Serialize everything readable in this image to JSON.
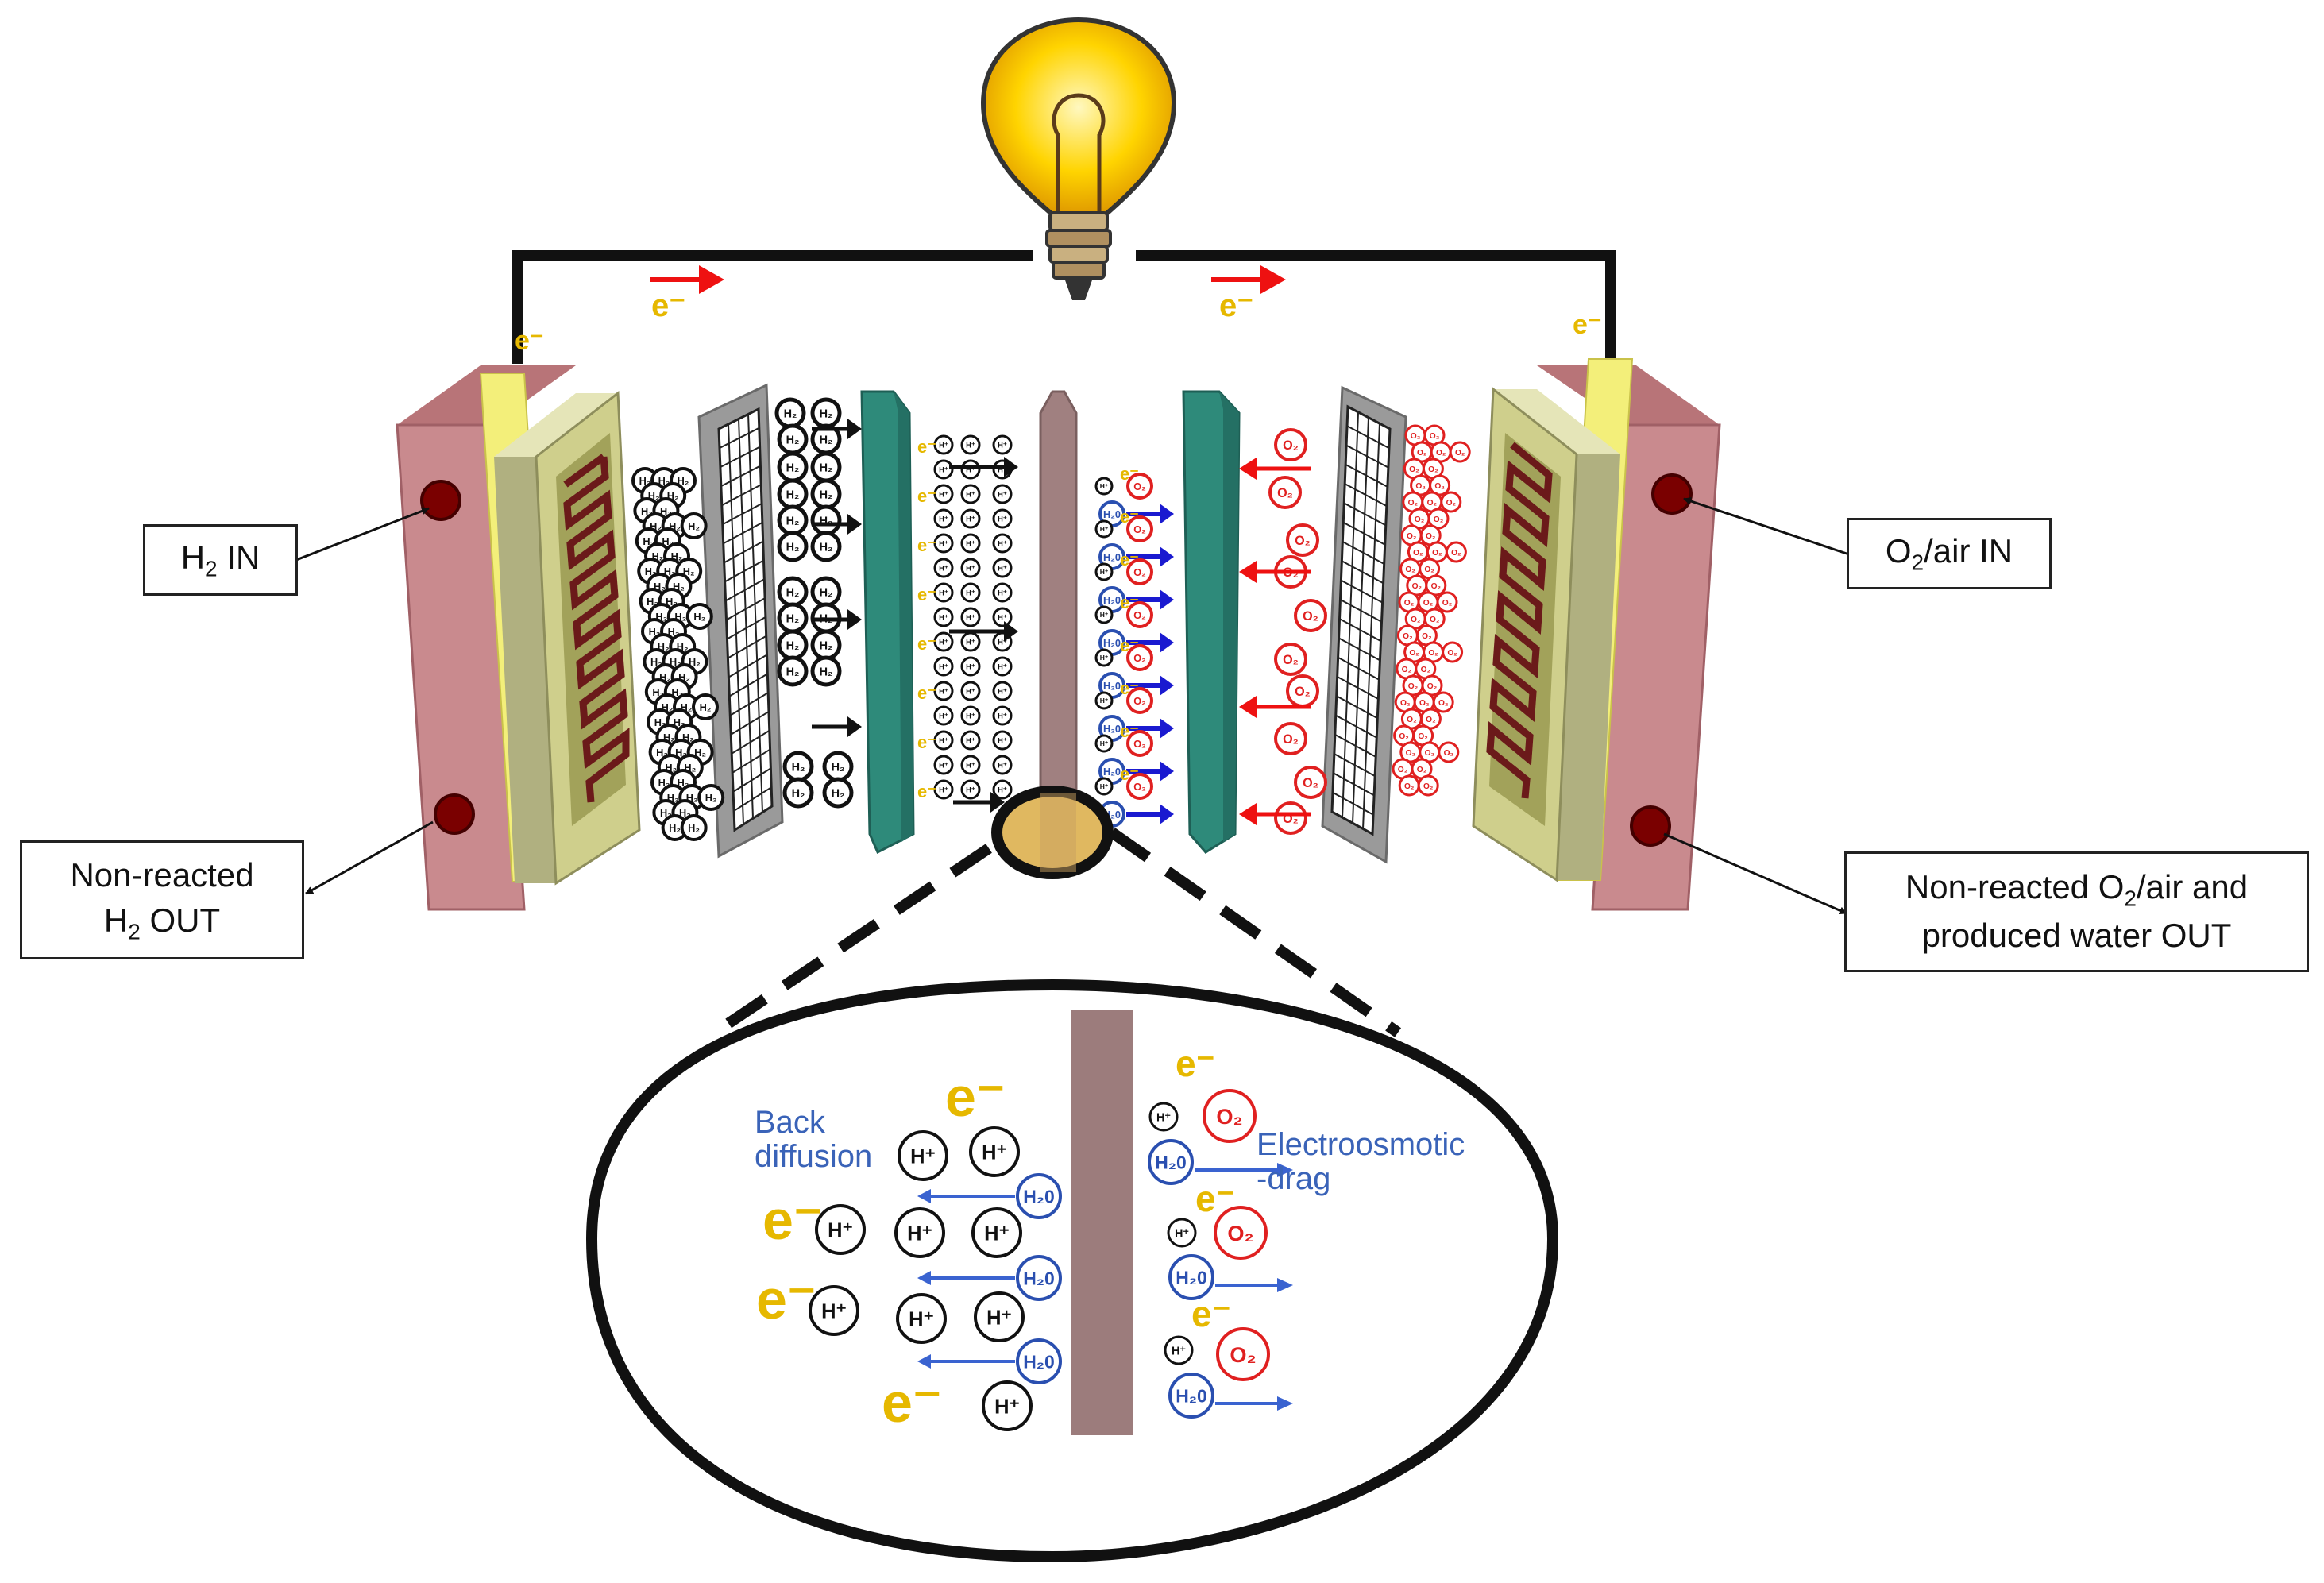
{
  "labels": {
    "h2_in": {
      "main": "H",
      "sub": "2",
      "rest": " IN"
    },
    "o2_in": {
      "main": "O",
      "sub": "2",
      "rest": "/air IN"
    },
    "h2_out": {
      "line1": "Non-reacted",
      "main": "H",
      "sub": "2",
      "rest": " OUT"
    },
    "o2_out": {
      "pre": "Non-reacted O",
      "sub": "2",
      "rest": "/air and",
      "line2": "produced water OUT"
    }
  },
  "zoom": {
    "back_diffusion": [
      "Back",
      "diffusion"
    ],
    "electroosmotic": [
      "Electroosmotic",
      "-drag"
    ]
  },
  "particles": {
    "electron": "e⁻",
    "proton": "H⁺",
    "hydrogen": "H₂",
    "oxygen": "O₂",
    "water": "H₂0"
  },
  "colors": {
    "endplate": "#c98a8e",
    "current_collector": "#cfcf8c",
    "flow_field": "#6b1a1a",
    "gdl": "#9a9a9a",
    "catalyst": "#2e8a7a",
    "membrane": "#a08080",
    "electron": "#e6b800",
    "oxygen": "#e02020",
    "water": "#2a4fb0",
    "flow_arrow": "#ee1111",
    "h2_arrow": "#111111",
    "water_arrow": "#1a1ad0"
  },
  "icons": [
    "light-bulb-icon",
    "arrow-icon"
  ]
}
